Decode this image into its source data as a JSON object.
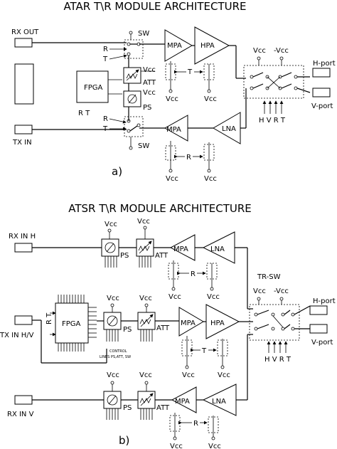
{
  "diagram_a": {
    "title": "ATAR T\\R MODULE ARCHITECTURE",
    "caption": "a)",
    "rx_out": "RX OUT",
    "tx_in": "TX IN",
    "sw": "SW",
    "r": "R",
    "t": "T",
    "fpga": "FPGA",
    "fpga_rt": "R T",
    "vcc": "Vcc",
    "neg_vcc": "-Vcc",
    "att": "ATT",
    "ps": "PS",
    "mpa": "MPA",
    "hpa": "HPA",
    "lna": "LNA",
    "h_port": "H-port",
    "v_port": "V-port",
    "hvrt": "H V R T"
  },
  "diagram_b": {
    "title": "ATSR T\\R MODULE ARCHITECTURE",
    "caption": "b)",
    "rx_in_h": "RX IN H",
    "tx_in_hv": "TX IN H/V",
    "rx_in_v": "RX IN V",
    "fpga": "FPGA",
    "rt": "R T",
    "vcc": "Vcc",
    "neg_vcc": "-Vcc",
    "ps": "PS",
    "att": "ATT",
    "mpa": "MPA",
    "lna": "LNA",
    "hpa": "HPA",
    "r": "R",
    "t": "T",
    "tr_sw": "TR-SW",
    "h_port": "H-port",
    "v_port": "V-port",
    "hvrt": "H V R T",
    "control": "CONTROL",
    "control_lines": "LINES PS,ATT, SW"
  }
}
